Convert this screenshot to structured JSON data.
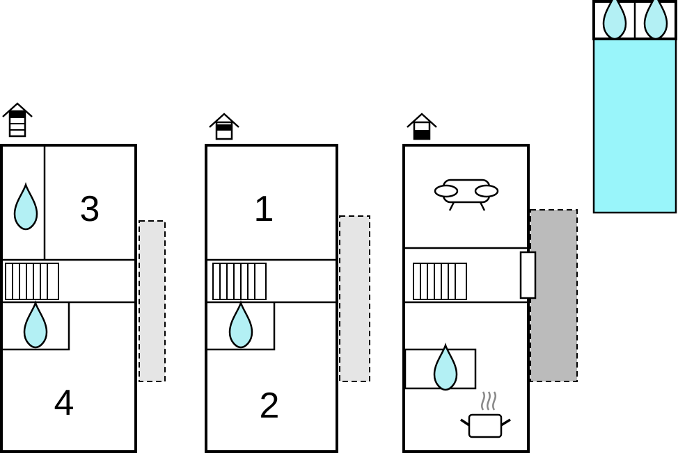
{
  "colors": {
    "wall": "#000000",
    "water": "#b3f0f4",
    "pool": "#99f5fa",
    "terrace_light": "#e5e5e5",
    "terrace_dark": "#bbbbbb",
    "background": "#ffffff"
  },
  "floors": [
    {
      "name": "floor-top",
      "floor_indicator": "top",
      "rooms": [
        "3",
        "4"
      ]
    },
    {
      "name": "floor-middle",
      "floor_indicator": "middle",
      "rooms": [
        "1",
        "2"
      ]
    },
    {
      "name": "floor-ground",
      "floor_indicator": "ground",
      "rooms": []
    }
  ],
  "icons": [
    "house-floor-icon",
    "water-drop-icon",
    "stairs-icon",
    "sofa-icon",
    "cooking-pot-icon",
    "pool"
  ]
}
